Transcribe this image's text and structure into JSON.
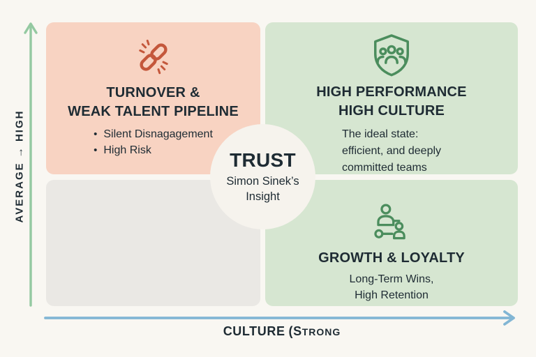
{
  "colors": {
    "background": "#f9f7f2",
    "quadrant_salmon": "#f8d3c2",
    "quadrant_green": "#d6e6d1",
    "quadrant_gray": "#eae8e4",
    "circle_bg": "#f6f3ed",
    "text_dark": "#1e2b33",
    "broken_chain_icon": "#c4573b",
    "green_icons": "#4b8d5d",
    "y_axis_arrow": "#94c9a1",
    "x_axis_arrow": "#82b6d4"
  },
  "y_axis": {
    "label": "AVERAGE → HIGH"
  },
  "x_axis": {
    "label_culture": "CULTURE",
    "label_paren": "(S",
    "label_small": "TRONG"
  },
  "center_circle": {
    "title": "TRUST",
    "subtitle_lines": [
      "Simon Sinek’s",
      "Insight"
    ]
  },
  "quadrants": {
    "top_left": {
      "icon": "broken-chain-icon",
      "title_lines": [
        "TURNOVER &",
        "WEAK TALENT PIPELINE"
      ],
      "bullet_glyph": "•",
      "bullets": [
        "Silent Disnagagement",
        "High Risk"
      ]
    },
    "top_right": {
      "icon": "shield-team-icon",
      "title_lines": [
        "HIGH PERFORMANCE",
        "HIGH CULTURE"
      ],
      "body_lines": [
        "The ideal state:",
        "efficient, and deeply",
        "committed teams"
      ]
    },
    "bottom_left": {},
    "bottom_right": {
      "icon": "team-hierarchy-icon",
      "title": "GROWTH & LOYALTY",
      "subtitle_lines": [
        "Long-Term Wins,",
        "High Retention"
      ]
    }
  }
}
